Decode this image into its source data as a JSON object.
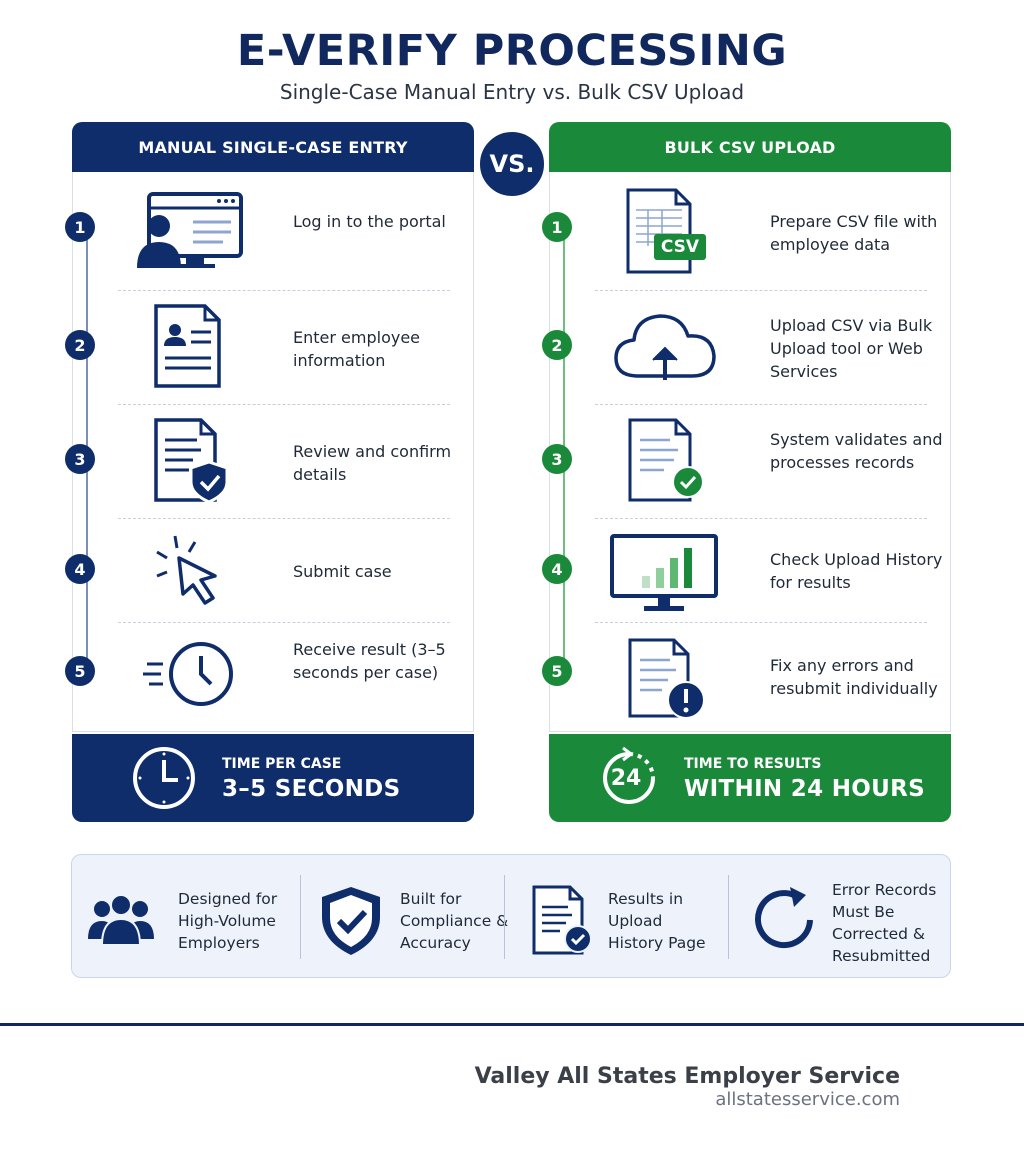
{
  "title": "E-VERIFY PROCESSING",
  "subtitle": "Single-Case Manual Entry vs. Bulk CSV Upload",
  "vs_label": "VS.",
  "colors": {
    "navy": "#0f2d6b",
    "green": "#1a8a3a"
  },
  "manual": {
    "header": "MANUAL SINGLE-CASE ENTRY",
    "steps": [
      {
        "num": "1",
        "icon": "computer-user-icon",
        "text": "Log in to the portal"
      },
      {
        "num": "2",
        "icon": "id-document-icon",
        "text": "Enter employee information"
      },
      {
        "num": "3",
        "icon": "document-shield-check-icon",
        "text": "Review and confirm details"
      },
      {
        "num": "4",
        "icon": "cursor-click-icon",
        "text": "Submit case"
      },
      {
        "num": "5",
        "icon": "fast-clock-icon",
        "text": "Receive result (3–5 seconds per case)"
      }
    ],
    "footer": {
      "label": "TIME PER CASE",
      "value": "3–5 SECONDS",
      "icon": "clock-icon"
    }
  },
  "bulk": {
    "header": "BULK CSV UPLOAD",
    "steps": [
      {
        "num": "1",
        "icon": "csv-file-icon",
        "text": "Prepare CSV file with employee data",
        "badge": "CSV"
      },
      {
        "num": "2",
        "icon": "cloud-upload-icon",
        "text": "Upload CSV via Bulk Upload tool or Web Services"
      },
      {
        "num": "3",
        "icon": "document-check-icon",
        "text": "System validates and processes records"
      },
      {
        "num": "4",
        "icon": "monitor-chart-icon",
        "text": "Check Upload History for results"
      },
      {
        "num": "5",
        "icon": "document-alert-icon",
        "text": "Fix any errors and resubmit individually"
      }
    ],
    "footer": {
      "label": "TIME TO RESULTS",
      "value": "WITHIN 24 HOURS",
      "icon": "24-hour-icon",
      "icon_text": "24"
    }
  },
  "features": [
    {
      "icon": "group-icon",
      "text": "Designed for High-Volume Employers"
    },
    {
      "icon": "shield-check-icon",
      "text": "Built for Compliance & Accuracy"
    },
    {
      "icon": "document-check-icon",
      "text": "Results in Upload History Page"
    },
    {
      "icon": "refresh-icon",
      "text": "Error Records Must Be Corrected & Resubmitted"
    }
  ],
  "brand": {
    "name": "Valley All States Employer Service",
    "site": "allstatesservice.com"
  }
}
